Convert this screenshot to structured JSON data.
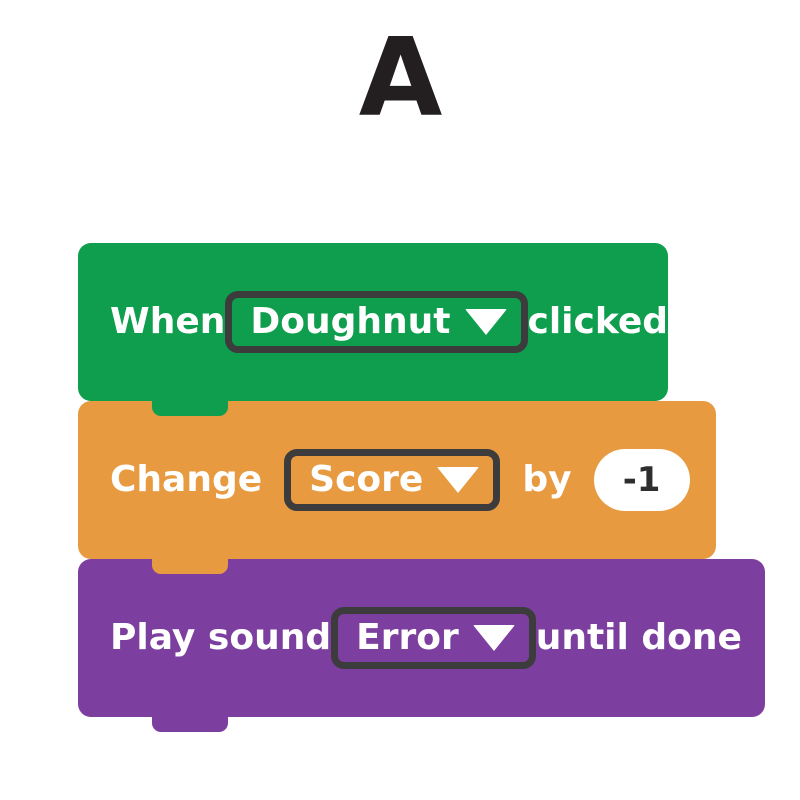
{
  "figure": {
    "label": "A"
  },
  "script": {
    "blocks": [
      {
        "id": "when-clicked",
        "kind": "hat",
        "color": "#0e9e4d",
        "text_before": "When",
        "dropdown": {
          "value": "Doughnut",
          "caret": "chevron-down-icon"
        },
        "text_after": "clicked"
      },
      {
        "id": "change-variable-by",
        "kind": "stack",
        "color": "#e89a41",
        "text_before": "Change",
        "dropdown": {
          "value": "Score",
          "caret": "chevron-down-icon"
        },
        "text_middle": "by",
        "number_input": "-1"
      },
      {
        "id": "play-sound-until-done",
        "kind": "stack",
        "color": "#7d3f9f",
        "text_before": "Play sound",
        "dropdown": {
          "value": "Error",
          "caret": "chevron-down-icon"
        },
        "text_after": "until done"
      }
    ]
  },
  "palette": {
    "background": "#ffffff",
    "events_green": "#0e9e4d",
    "variables_orange": "#e89a41",
    "sound_purple": "#7d3f9f",
    "outline_dark": "#3c3c3c",
    "text_white": "#ffffff",
    "label_black": "#231f20",
    "input_white": "#ffffff",
    "input_text": "#2e2e2e"
  }
}
